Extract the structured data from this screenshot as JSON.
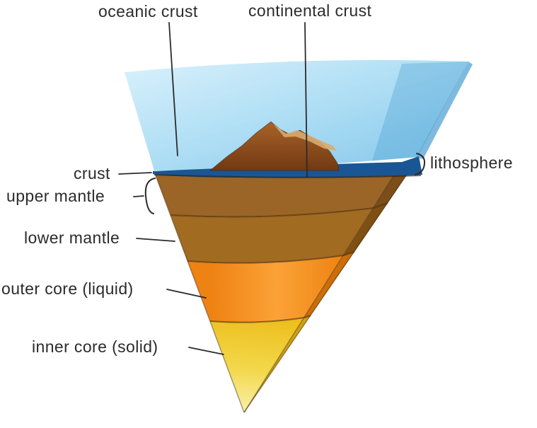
{
  "diagram": {
    "subject": "Cutaway wedge diagram of Earth's interior layers",
    "annotations": {
      "oceanic_crust": "oceanic crust",
      "continental_crust": "continental crust",
      "crust": "crust",
      "upper_mantle": "upper mantle",
      "lower_mantle": "lower mantle",
      "outer_core": "outer core (liquid)",
      "inner_core": "inner core (solid)",
      "lithosphere": "lithosphere"
    },
    "colors": {
      "water_top": "#a9dcf4",
      "water_deep": "#7cc2e8",
      "oceanic_crust_band": "#1a5694",
      "mountain": "#8a4a1e",
      "mountain_highlight": "#d9ab6d",
      "upper_mantle": "#9a6526",
      "upper_mantle_shade": "#7b4e1a",
      "lower_mantle": "#a26b22",
      "lower_mantle_shade": "#7e5014",
      "outer_core": "#ee8212",
      "outer_core_shade": "#cc6e0a",
      "inner_core": "#edbf1e",
      "inner_core_shade": "#d0a113",
      "label_text": "#2b2b2b",
      "leader_line": "#2b2b2b"
    }
  }
}
